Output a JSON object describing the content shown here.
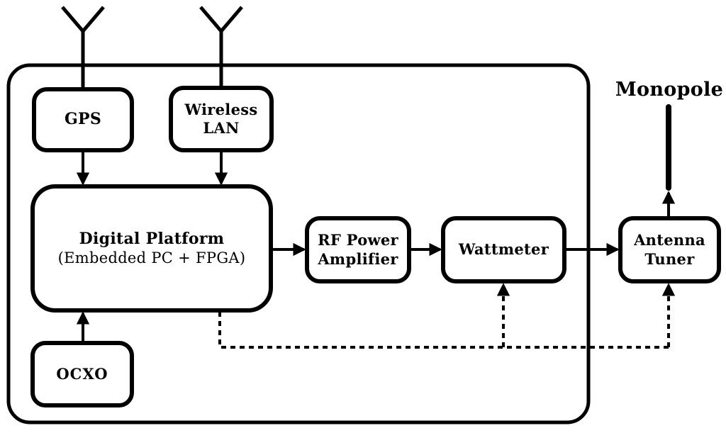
{
  "colors": {
    "line": "#000000",
    "background": "#ffffff",
    "box_fill": "#ffffff"
  },
  "nodes": {
    "gps": {
      "label": "GPS"
    },
    "wireless_lan": {
      "label": "Wireless\nLAN"
    },
    "digital_platform": {
      "title": "Digital Platform",
      "subtitle": "(Embedded PC + FPGA)"
    },
    "ocxo": {
      "label": "OCXO"
    },
    "rf_power_amplifier": {
      "label": "RF Power\nAmplifier"
    },
    "wattmeter": {
      "label": "Wattmeter"
    },
    "antenna_tuner": {
      "label": "Antenna\nTuner"
    },
    "monopole": {
      "label": "Monopole"
    }
  },
  "icons": {
    "gps_antenna_icon": "Y-shaped antenna symbol above GPS",
    "wlan_antenna_icon": "Y-shaped antenna symbol above Wireless LAN",
    "monopole_antenna_icon": "thick vertical rod antenna"
  },
  "connections": [
    {
      "from": "gps_antenna",
      "to": "gps",
      "style": "solid-line"
    },
    {
      "from": "wlan_antenna",
      "to": "wireless_lan",
      "style": "solid-line"
    },
    {
      "from": "gps",
      "to": "digital_platform",
      "style": "solid-arrow"
    },
    {
      "from": "wireless_lan",
      "to": "digital_platform",
      "style": "solid-arrow"
    },
    {
      "from": "ocxo",
      "to": "digital_platform",
      "style": "solid-arrow"
    },
    {
      "from": "digital_platform",
      "to": "rf_power_amplifier",
      "style": "solid-arrow"
    },
    {
      "from": "rf_power_amplifier",
      "to": "wattmeter",
      "style": "solid-arrow"
    },
    {
      "from": "wattmeter",
      "to": "antenna_tuner",
      "style": "solid-arrow"
    },
    {
      "from": "antenna_tuner",
      "to": "monopole",
      "style": "solid-arrow"
    },
    {
      "from": "digital_platform",
      "to": "wattmeter",
      "style": "dashed-arrow"
    },
    {
      "from": "digital_platform",
      "to": "antenna_tuner",
      "style": "dashed-arrow"
    }
  ]
}
